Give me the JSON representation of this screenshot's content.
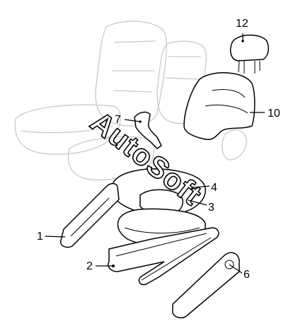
{
  "watermark": {
    "text": "AutoSoft"
  },
  "callouts": {
    "c1": "1",
    "c2": "2",
    "c3": "3",
    "c4": "4",
    "c6": "6",
    "c7": "7",
    "c10": "10",
    "c12": "12"
  },
  "colors": {
    "line": "#000000",
    "ghost": "#c9c9c9",
    "background": "#ffffff"
  }
}
